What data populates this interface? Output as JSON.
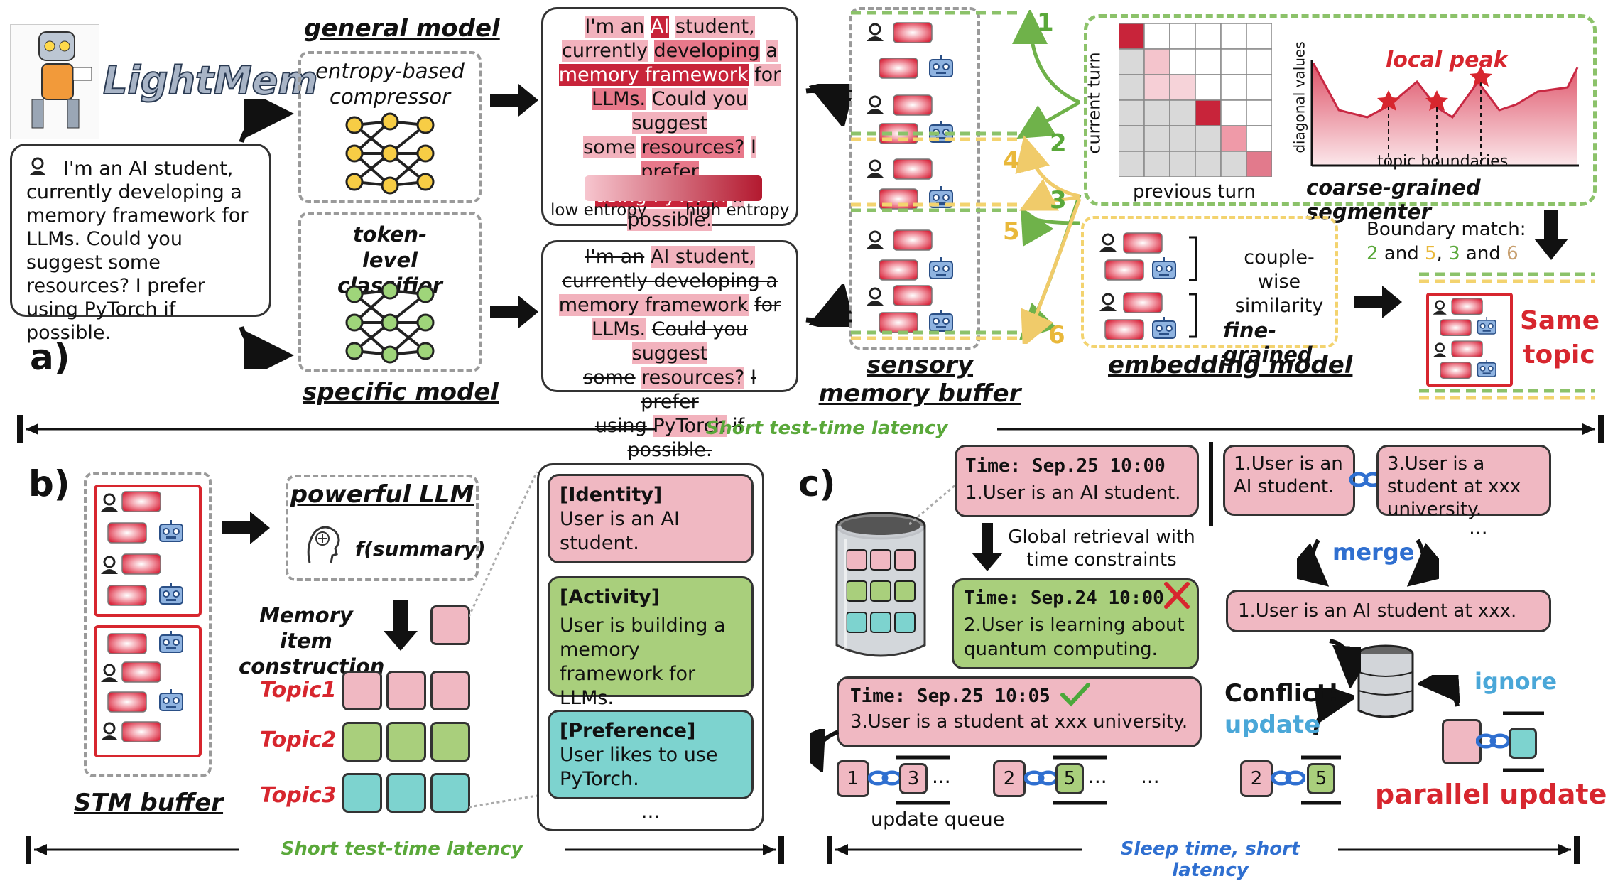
{
  "brand": "LightMem",
  "panel_labels": {
    "a": "a)",
    "b": "b)",
    "c": "c)"
  },
  "a": {
    "user_message": "I'm an AI student, currently developing a memory framework for LLMs. Could you suggest some resources? I prefer using PyTorch if possible.",
    "general_model_title": "general model",
    "general_model_name": "entropy-based compressor",
    "specific_model_title": "specific model",
    "specific_model_name": "token-level classifier",
    "entropy_low": "low entropy",
    "entropy_high": "high entropy",
    "sensory_title_1": "sensory",
    "sensory_title_2": "memory buffer",
    "arrow_numbers": [
      "1",
      "2",
      "3",
      "4",
      "5",
      "6"
    ],
    "matrix_ylabel": "current turn",
    "matrix_xlabel": "previous turn",
    "plot_ylabel": "diagonal values",
    "plot_xlabel": "topic boundaries",
    "local_peak": "local peak",
    "coarse_label": "coarse-grained segmenter",
    "couple_wise": "couple-wise similarity",
    "fine_grained": "fine-grained",
    "embedding_model": "embedding model",
    "boundary_match_title": "Boundary match:",
    "boundary_match": {
      "a": "2",
      "and1": "and",
      "b": "5",
      "sep": ",",
      "c": "3",
      "and2": "and",
      "d": "6"
    },
    "same_topic": "Same topic",
    "latency": "Short test-time latency"
  },
  "b": {
    "stm_buffer": "STM buffer",
    "powerful_llm": "powerful LLM",
    "summary": "f(summary)",
    "memory_item": "Memory item construction",
    "topics": [
      "Topic1",
      "Topic2",
      "Topic3"
    ],
    "cards": [
      {
        "title": "[Identity]",
        "body": "User is  an AI student."
      },
      {
        "title": "[Activity]",
        "body": "User is  building a memory framework for LLMs."
      },
      {
        "title": "[Preference]",
        "body": "User likes to use PyTorch."
      }
    ],
    "ellipsis": "...",
    "latency": "Short test-time latency"
  },
  "c": {
    "mem1_time": "Time: Sep.25 10:00",
    "mem1_text": "1.User is  an AI student.",
    "retrieval": "Global retrieval with time constraints",
    "mem2_time": "Time: Sep.24 10:00",
    "mem2_text": "2.User is learning about quantum computing.",
    "mem3_time": "Time: Sep.25 10:05",
    "mem3_text": "3.User is a student at xxx university.",
    "queue_label": "update queue",
    "queue_items": [
      "1",
      "3",
      "2",
      "5"
    ],
    "ellipsis": "...",
    "merge_left": "1.User is  an AI student.",
    "merge_right": "3.User is a student at xxx university.",
    "merge": "merge",
    "merged": "1.User is  an AI student at xxx.",
    "conflict": "Conflict!",
    "update": "update",
    "ignore": "ignore",
    "parallel": "parallel update",
    "latency": "Sleep time, short latency"
  }
}
